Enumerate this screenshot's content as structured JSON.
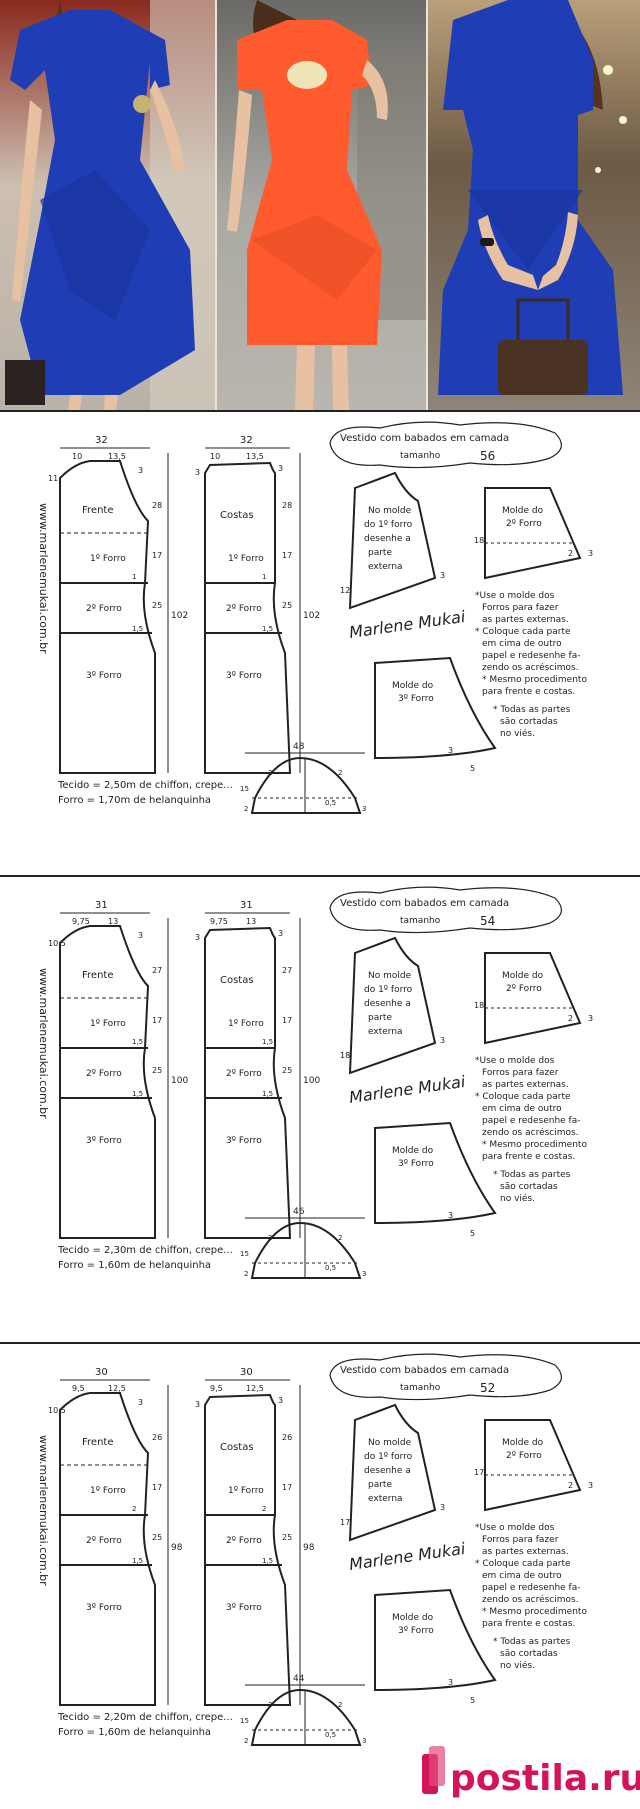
{
  "photos": [
    {
      "name": "blue-front",
      "dress_color": "#1f3db4"
    },
    {
      "name": "orange-front",
      "dress_color": "#ff5b2e"
    },
    {
      "name": "blue-back",
      "dress_color": "#1f3db4"
    }
  ],
  "sheets": [
    {
      "size_label": "tamanho",
      "size": "56",
      "title": "Vestido com babados em camada",
      "front": {
        "label": "Frente",
        "width": "32",
        "shoulder_a": "10",
        "shoulder_b": "13,5",
        "side": "11",
        "neck": "3",
        "bust": "28",
        "waist": "17",
        "hip": "25",
        "total": "102",
        "indent": "1",
        "flare": "1,5"
      },
      "back": {
        "label": "Costas",
        "width": "32",
        "shoulder_a": "10",
        "shoulder_b": "13,5",
        "side": "3",
        "neck": "3",
        "bust": "28",
        "waist": "17",
        "hip": "25",
        "total": "102",
        "indent": "1",
        "flare": "1,5"
      },
      "tiers": [
        "1º Forro",
        "2º Forro",
        "3º Forro"
      ],
      "sleeve_width": "48",
      "sleeve_vals": [
        "2",
        "2",
        "15",
        "2",
        "3",
        "0,5"
      ],
      "first_piece": [
        "No molde",
        "do 1º forro",
        "desenhe a",
        "parte",
        "externa"
      ],
      "first_piece_vals": [
        "12",
        "3"
      ],
      "second_piece": [
        "Molde do",
        "2º Forro"
      ],
      "second_piece_vals": [
        "18",
        "3",
        "2"
      ],
      "third_piece": [
        "Molde do",
        "3º Forro"
      ],
      "third_piece_vals": [
        "3",
        "5"
      ],
      "notes": [
        "*Use o molde dos",
        "Forros para fazer",
        "as partes externas.",
        "* Coloque cada parte",
        "em cima de outro",
        "papel e redesenhe fa-",
        "zendo os acréscimos.",
        "* Mesmo procedimento",
        "para frente e costas.",
        "* Todas as partes",
        "são cortadas",
        "no viés."
      ],
      "fabric": "Tecido = 2,50m de chiffon, crepe...",
      "lining": "Forro = 1,70m de helanquinha"
    },
    {
      "size_label": "tamanho",
      "size": "54",
      "title": "Vestido com babados em camada",
      "front": {
        "label": "Frente",
        "width": "31",
        "shoulder_a": "9,75",
        "shoulder_b": "13",
        "side": "10,5",
        "neck": "3",
        "bust": "27",
        "waist": "17",
        "hip": "25",
        "total": "100",
        "indent": "1,5",
        "flare": "1,5"
      },
      "back": {
        "label": "Costas",
        "width": "31",
        "shoulder_a": "9,75",
        "shoulder_b": "13",
        "side": "3",
        "neck": "3",
        "bust": "27",
        "waist": "17",
        "hip": "25",
        "total": "100",
        "indent": "1,5",
        "flare": "1,5"
      },
      "tiers": [
        "1º Forro",
        "2º Forro",
        "3º Forro"
      ],
      "sleeve_width": "46",
      "sleeve_vals": [
        "2",
        "2",
        "15",
        "2",
        "3",
        "0,5"
      ],
      "first_piece": [
        "No molde",
        "do 1º forro",
        "desenhe a",
        "parte",
        "externa"
      ],
      "first_piece_vals": [
        "18",
        "3"
      ],
      "second_piece": [
        "Molde do",
        "2º Forro"
      ],
      "second_piece_vals": [
        "18",
        "3",
        "2"
      ],
      "third_piece": [
        "Molde do",
        "3º Forro"
      ],
      "third_piece_vals": [
        "3",
        "5"
      ],
      "notes": [
        "*Use o molde dos",
        "Forros para fazer",
        "as partes externas.",
        "* Coloque cada parte",
        "em cima de outro",
        "papel e redesenhe fa-",
        "zendo os acréscimos.",
        "* Mesmo procedimento",
        "para frente e costas.",
        "* Todas as partes",
        "são cortadas",
        "no viés."
      ],
      "fabric": "Tecido = 2,30m de chiffon, crepe...",
      "lining": "Forro = 1,60m de helanquinha"
    },
    {
      "size_label": "tamanho",
      "size": "52",
      "title": "Vestido com babados em camada",
      "front": {
        "label": "Frente",
        "width": "30",
        "shoulder_a": "9,5",
        "shoulder_b": "12,5",
        "side": "10,5",
        "neck": "3",
        "bust": "26",
        "waist": "17",
        "hip": "25",
        "total": "98",
        "indent": "2",
        "flare": "1,5"
      },
      "back": {
        "label": "Costas",
        "width": "30",
        "shoulder_a": "9,5",
        "shoulder_b": "12,5",
        "side": "3",
        "neck": "3",
        "bust": "26",
        "waist": "17",
        "hip": "25",
        "total": "98",
        "indent": "2",
        "flare": "1,5"
      },
      "tiers": [
        "1º Forro",
        "2º Forro",
        "3º Forro"
      ],
      "sleeve_width": "44",
      "sleeve_vals": [
        "2",
        "2",
        "15",
        "2",
        "3",
        "0,5"
      ],
      "first_piece": [
        "No molde",
        "do 1º forro",
        "desenhe a",
        "parte",
        "externa"
      ],
      "first_piece_vals": [
        "17",
        "3"
      ],
      "second_piece": [
        "Molde do",
        "2º Forro"
      ],
      "second_piece_vals": [
        "17",
        "3",
        "2"
      ],
      "third_piece": [
        "Molde do",
        "3º Forro"
      ],
      "third_piece_vals": [
        "3",
        "5"
      ],
      "notes": [
        "*Use o molde dos",
        "Forros para fazer",
        "as partes externas.",
        "* Coloque cada parte",
        "em cima de outro",
        "papel e redesenhe fa-",
        "zendo os acréscimos.",
        "* Mesmo procedimento",
        "para frente e costas.",
        "* Todas as partes",
        "são cortadas",
        "no viés."
      ],
      "fabric": "Tecido = 2,20m de chiffon, crepe...",
      "lining": "Forro = 1,60m de helanquinha"
    }
  ],
  "website": "www.marlenemukai.com.br",
  "signature": "Marlene Mukai",
  "watermark": {
    "text": "postila.ru",
    "color": "#d4145a"
  }
}
